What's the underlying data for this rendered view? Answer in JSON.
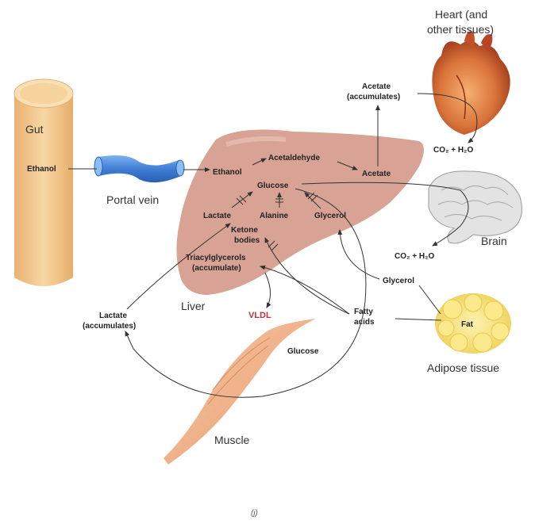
{
  "organs": {
    "gut": "Gut",
    "portal_vein": "Portal vein",
    "liver": "Liver",
    "heart_line1": "Heart (and",
    "heart_line2": "other tissues)",
    "brain": "Brain",
    "adipose": "Adipose tissue",
    "muscle": "Muscle"
  },
  "molecules": {
    "ethanol_gut": "Ethanol",
    "ethanol_liver": "Ethanol",
    "acetaldehyde": "Acetaldehyde",
    "acetate": "Acetate",
    "acetate_out_line1": "Acetate",
    "acetate_out_line2": "(accumulates)",
    "glucose_liver": "Glucose",
    "lactate": "Lactate",
    "alanine": "Alanine",
    "glycerol_liver": "Glycerol",
    "ketone_line1": "Ketone",
    "ketone_line2": "bodies",
    "tag_line1": "Triacylglycerols",
    "tag_line2": "(accumulate)",
    "vldl": "VLDL",
    "lactate_out_line1": "Lactate",
    "lactate_out_line2": "(accumulates)",
    "glucose_muscle": "Glucose",
    "glycerol_adipose": "Glycerol",
    "fatty_line1": "Fatty",
    "fatty_line2": "acids",
    "fat": "Fat",
    "co2_heart": "CO₂ + H₂O",
    "co2_brain": "CO₂ + H₂O"
  },
  "caption": "(j)",
  "colors": {
    "gut": "#f2c98c",
    "portal_vein": "#3f7fd6",
    "liver": "#d8a394",
    "heart": "#d9733a",
    "brain": "#e3e3e3",
    "fat": "#f5e07a",
    "muscle": "#f0b68e",
    "vldl": "#c0303a"
  }
}
